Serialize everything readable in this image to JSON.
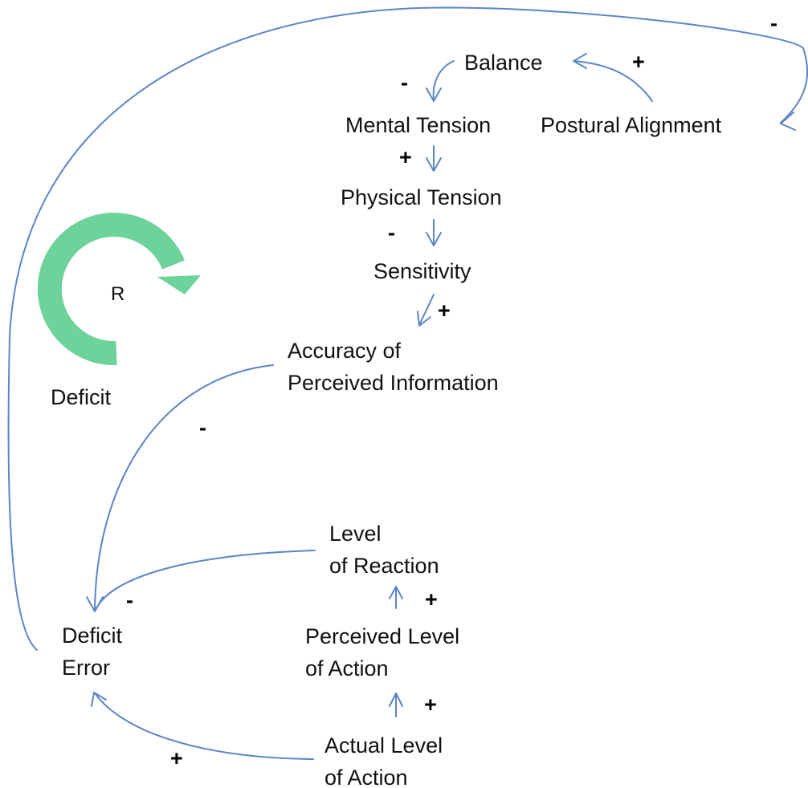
{
  "nodes": {
    "balance": [
      "Balance"
    ],
    "postural_alignment": [
      "Postural Alignment"
    ],
    "mental_tension": [
      "Mental Tension"
    ],
    "physical_tension": [
      "Physical Tension"
    ],
    "sensitivity": [
      "Sensitivity"
    ],
    "accuracy": [
      "Accuracy of",
      "Perceived Information"
    ],
    "level_of_reaction": [
      "Level",
      "of Reaction"
    ],
    "perceived_level": [
      "Perceived Level",
      "of Action"
    ],
    "actual_level": [
      "Actual Level",
      "of Action"
    ],
    "deficit_error": [
      "Deficit",
      "Error"
    ]
  },
  "polarities": {
    "balance_to_mental": "-",
    "postural_to_balance": "+",
    "deficit_to_postural": "-",
    "mental_to_physical": "+",
    "physical_to_sensitivity": "-",
    "sensitivity_to_accuracy": "+",
    "accuracy_to_deficit": "-",
    "reaction_to_deficit": "-",
    "perceived_to_reaction": "+",
    "actual_to_perceived": "+",
    "actual_to_deficit": "+"
  },
  "loop": {
    "letter": "R",
    "name": "Deficit",
    "color": "#6dd39a"
  },
  "colors": {
    "link": "#5b86c5",
    "text": "#111111"
  }
}
